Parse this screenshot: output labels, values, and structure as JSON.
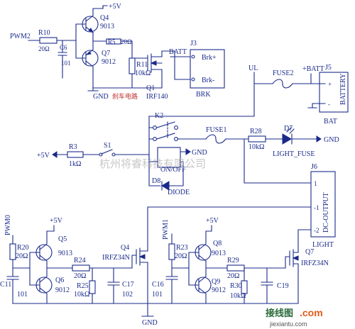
{
  "texts": {
    "pwm2": "PWM2",
    "r10": "R10",
    "r10v": "20Ω",
    "c6": "C6",
    "c6v": "101",
    "q4top": "Q4",
    "q4topv": "9013",
    "q7top": "Q7",
    "q7topv": "9012",
    "vplus1": "+5V",
    "r5": "R5",
    "r5v": "20Ω",
    "r11": "R11",
    "r11v": "10kΩ",
    "gnd1": "GND",
    "brakecn": "刹车电路",
    "q1": "Q1",
    "q1v": "IRF140",
    "j3": "J3",
    "batt1": "BATT",
    "brkp": "Brk+",
    "brkm": "Brk-",
    "brk": "BRK",
    "ul": "UL",
    "fuse2": "FUSE2",
    "batt2": "+BATT",
    "j5": "J5",
    "battery": "BATTERY",
    "bat": "BAT",
    "plus": "+",
    "minus": "-",
    "k2": "K2",
    "fuse1": "FUSE1",
    "r28": "R28",
    "r28v": "10kΩ",
    "d7": "D7",
    "gnd2": "GND",
    "lightfuse": "LIGHT_FUSE",
    "vplus2": "+5V",
    "r3": "R3",
    "r3v": "1kΩ",
    "s1": "S1",
    "gnd3": "GND",
    "onoff": "ON/OFF",
    "d8": "D8",
    "diode": "DIODE",
    "j6": "J6",
    "dcoutput": "DC-OUTPUT",
    "pin1": "1",
    "pinm1": "-1",
    "pinm2": "-2",
    "light": "LIGHT",
    "pwm0": "PWM0",
    "r20": "R20",
    "r20v": "20Ω",
    "vplus3": "+5V",
    "q5": "Q5",
    "q5v": "9013",
    "r24": "R24",
    "r24v": "20Ω",
    "q4b": "Q4",
    "irfz1": "IRFZ34N",
    "c11": "C11",
    "c11v": "101",
    "q6": "Q6",
    "q6v": "9012",
    "r25": "R25",
    "r25v": "10kΩ",
    "c17": "C17",
    "c17v": "102",
    "gnd4": "GND",
    "pwm1": "PWM1",
    "r23": "R23",
    "r23v": "20Ω",
    "vplus4": "+5V",
    "q8": "Q8",
    "q8v": "9013",
    "r29": "R29",
    "r29v": "20Ω",
    "q7b": "Q7",
    "irfz2": "IRFZ34N",
    "c16": "C16",
    "c16v": "101",
    "q9": "Q9",
    "q9v": "9012",
    "r30": "R30",
    "r30v": "10kΩ",
    "c19": "C19"
  },
  "watermark": "杭州将睿科技有限公司",
  "logo": {
    "cn": "接线图",
    "dotcom": ".com",
    "domain": "jiexiantu.com"
  }
}
